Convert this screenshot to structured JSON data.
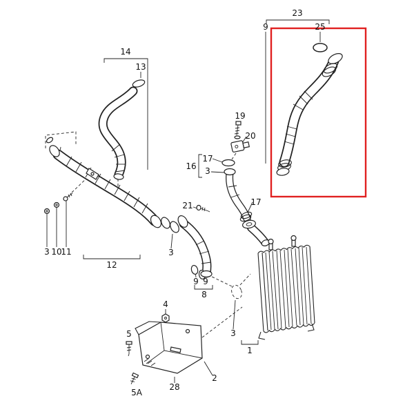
{
  "diagram": {
    "background_color": "#ffffff",
    "line_color": "#222222",
    "highlight_box_color": "#e02020",
    "labels": [
      {
        "id": "part-23",
        "text": "23"
      },
      {
        "id": "part-9-top",
        "text": "9"
      },
      {
        "id": "part-25",
        "text": "25"
      },
      {
        "id": "part-14",
        "text": "14"
      },
      {
        "id": "part-13",
        "text": "13"
      },
      {
        "id": "part-19",
        "text": "19"
      },
      {
        "id": "part-20",
        "text": "20"
      },
      {
        "id": "part-17-upper",
        "text": "17"
      },
      {
        "id": "part-3-sensor",
        "text": "3"
      },
      {
        "id": "part-16",
        "text": "16"
      },
      {
        "id": "part-21",
        "text": "21"
      },
      {
        "id": "part-17-lower",
        "text": "17"
      },
      {
        "id": "part-3-left",
        "text": "3"
      },
      {
        "id": "part-10",
        "text": "10"
      },
      {
        "id": "part-11",
        "text": "11"
      },
      {
        "id": "part-12",
        "text": "12"
      },
      {
        "id": "part-3-oring",
        "text": "3"
      },
      {
        "id": "part-9-left",
        "text": "9"
      },
      {
        "id": "part-9-right",
        "text": "9"
      },
      {
        "id": "part-8",
        "text": "8"
      },
      {
        "id": "part-4",
        "text": "4"
      },
      {
        "id": "part-5",
        "text": "5"
      },
      {
        "id": "part-2",
        "text": "2"
      },
      {
        "id": "part-28",
        "text": "28"
      },
      {
        "id": "part-5a",
        "text": "5A"
      },
      {
        "id": "part-3-cooler",
        "text": "3"
      },
      {
        "id": "part-1",
        "text": "1"
      }
    ]
  }
}
